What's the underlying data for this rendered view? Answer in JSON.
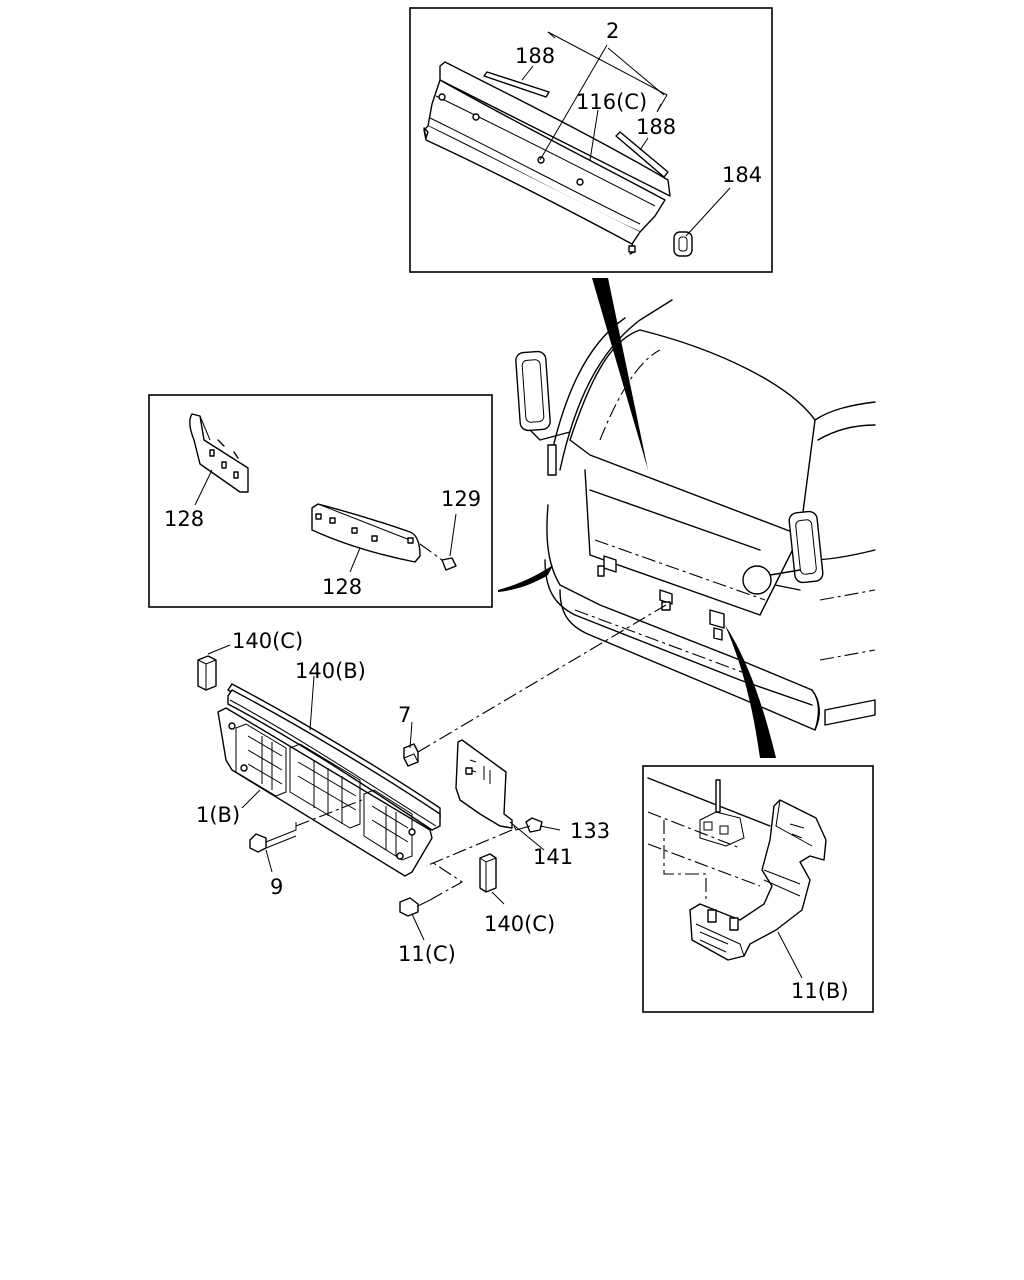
{
  "callouts": {
    "c2": "2",
    "c188a": "188",
    "c116c": "116(C)",
    "c188b": "188",
    "c184": "184",
    "c128a": "128",
    "c129": "129",
    "c128b": "128",
    "c140c_top": "140(C)",
    "c140b": "140(B)",
    "c7": "7",
    "c1b": "1(B)",
    "c133": "133",
    "c141": "141",
    "c9": "9",
    "c140c_bottom": "140(C)",
    "c11c": "11(C)",
    "c11b": "11(B)"
  }
}
